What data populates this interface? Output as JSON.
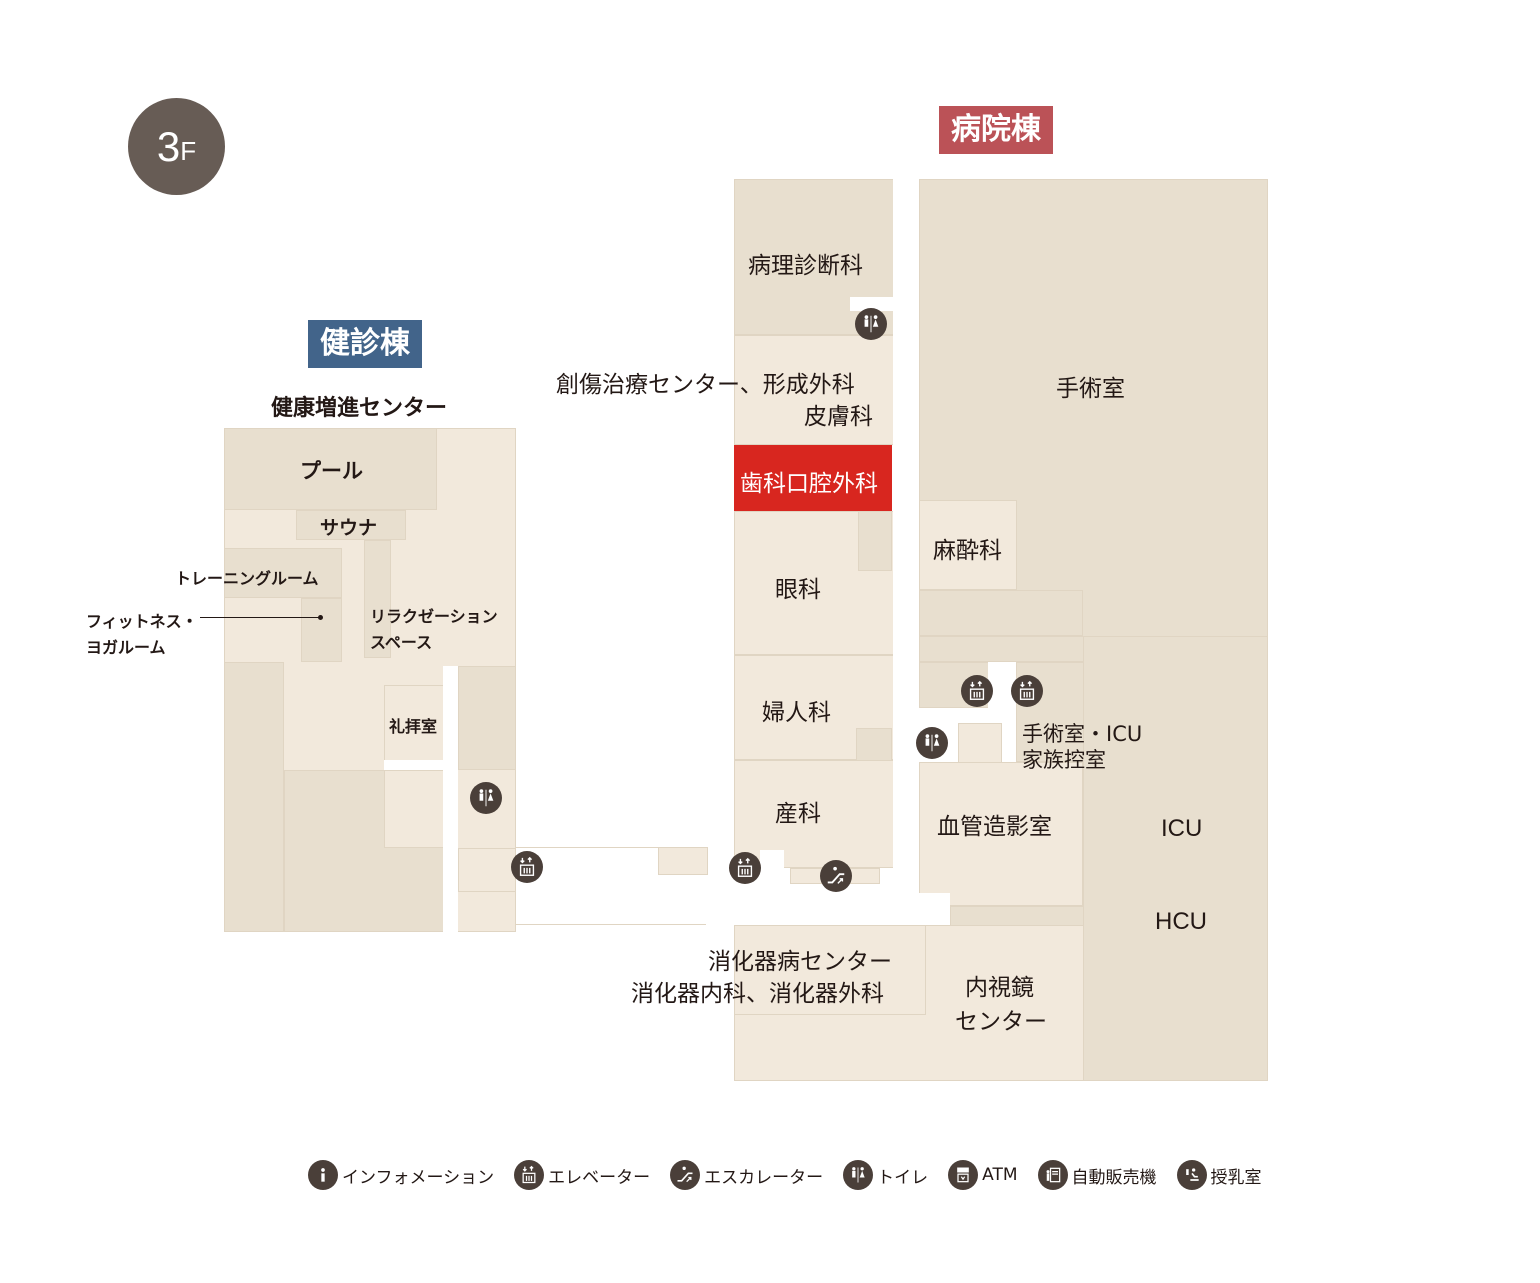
{
  "floor": {
    "number": "3",
    "unit": "F"
  },
  "buildings": {
    "kenshin": {
      "label": "健診棟",
      "color": "#42648a",
      "subtitle": "健康増進センター"
    },
    "byoin": {
      "label": "病院棟",
      "color": "#bb5257"
    }
  },
  "kenshin_rooms": {
    "pool": "プール",
    "sauna": "サウナ",
    "training": "トレーニングルーム",
    "fitness_line1": "フィットネス・",
    "fitness_line2": "ヨガルーム",
    "relax_line1": "リラクゼーション",
    "relax_line2": "スペース",
    "prayer": "礼拝室"
  },
  "byoin_rooms": {
    "pathology": "病理診断科",
    "wound_line1": "創傷治療センター、形成外科",
    "wound_line2": "皮膚科",
    "dental": "歯科口腔外科",
    "dental_color": "#d8261f",
    "ophthalmology": "眼科",
    "gynecology": "婦人科",
    "obstetrics": "産科",
    "surgery": "手術室",
    "anesthesia": "麻酔科",
    "family_line1": "手術室・ICU",
    "family_line2": "家族控室",
    "angiography": "血管造影室",
    "icu": "ICU",
    "hcu": "HCU",
    "digestive_line1": "消化器病センター",
    "digestive_line2": "消化器内科、消化器外科",
    "endoscopy_line1": "内視鏡",
    "endoscopy_line2": "センター"
  },
  "legend": [
    {
      "icon": "info-icon",
      "label": "インフォメーション"
    },
    {
      "icon": "elevator-icon",
      "label": "エレベーター"
    },
    {
      "icon": "escalator-icon",
      "label": "エスカレーター"
    },
    {
      "icon": "restroom-icon",
      "label": "トイレ"
    },
    {
      "icon": "atm-icon",
      "label": "ATM"
    },
    {
      "icon": "vending-machine-icon",
      "label": "自動販売機"
    },
    {
      "icon": "nursing-room-icon",
      "label": "授乳室"
    }
  ],
  "colors": {
    "room_light": "#f2e9dc",
    "room_dark": "#e8dfcf",
    "icon_bg": "#4a3f39",
    "floor_badge": "#675c55"
  }
}
